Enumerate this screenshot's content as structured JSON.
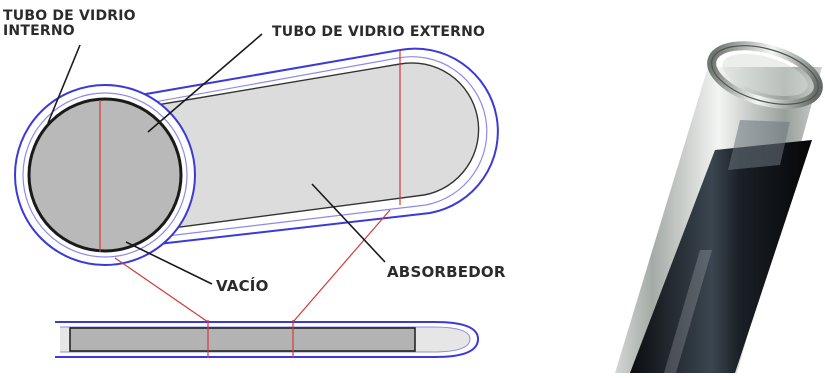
{
  "labels": {
    "inner_tube": [
      "TUBO DE VIDRIO",
      "INTERNO"
    ],
    "outer_tube": "TUBO  DE VIDRIO EXTERNO",
    "vacuum": "VACÍO",
    "absorber": "ABSORBEDOR"
  },
  "colors": {
    "outer_glass": "#3a3ad8",
    "section_line": "#d23a3a",
    "inner_tube_fill": "#b9b9b9",
    "absorber_fill": "#dcdcdc",
    "leader": "#1a1a1a"
  },
  "icons": [
    "glass-tube-photo"
  ]
}
